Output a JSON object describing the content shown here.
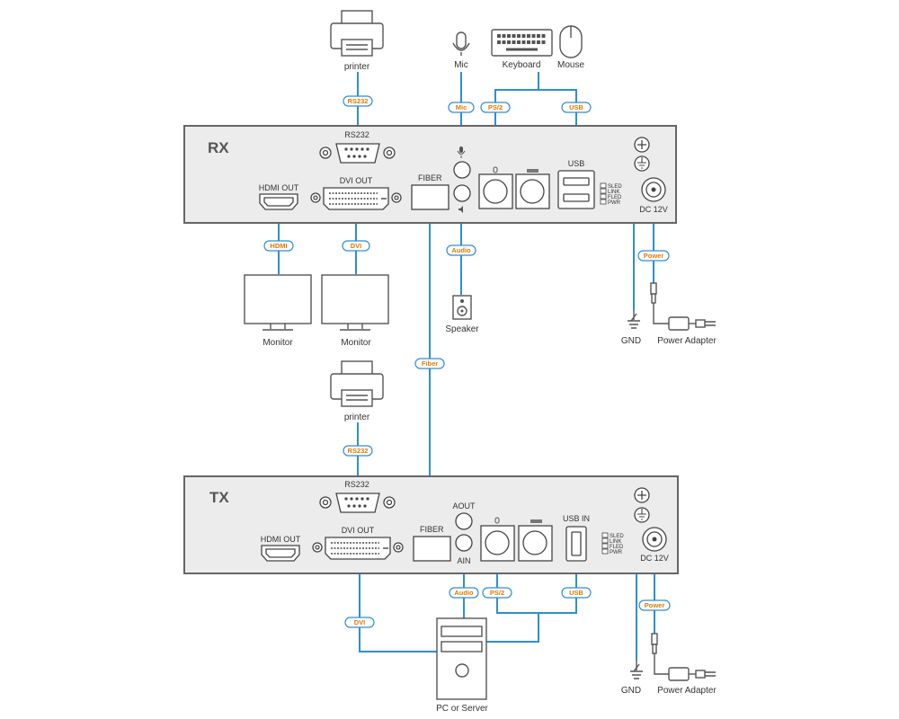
{
  "units": {
    "rx": "RX",
    "tx": "TX"
  },
  "devices": {
    "printer": "printer",
    "mic": "Mic",
    "keyboard": "Keyboard",
    "mouse": "Mouse",
    "monitor": "Monitor",
    "speaker": "Speaker",
    "gnd": "GND",
    "power_adapter": "Power Adapter",
    "pc": "PC or Server"
  },
  "ports": {
    "rs232": "RS232",
    "hdmi_out": "HDMI OUT",
    "dvi_out": "DVI OUT",
    "fiber": "FIBER",
    "usb": "USB",
    "usb_in": "USB IN",
    "dc": "DC 12V",
    "aout": "AOUT",
    "ain": "AIN"
  },
  "leds": [
    "SLED",
    "LINK",
    "FLED",
    "PWR"
  ],
  "tags": {
    "rs232": "RS232",
    "mic": "Mic",
    "ps2": "PS/2",
    "usb": "USB",
    "hdmi": "HDMI",
    "dvi": "DVI",
    "audio": "Audio",
    "power": "Power",
    "fiber": "Fiber"
  },
  "colors": {
    "cable": "#2f8fd0",
    "tag_text": "#e07b00",
    "panel": "#ececec"
  }
}
